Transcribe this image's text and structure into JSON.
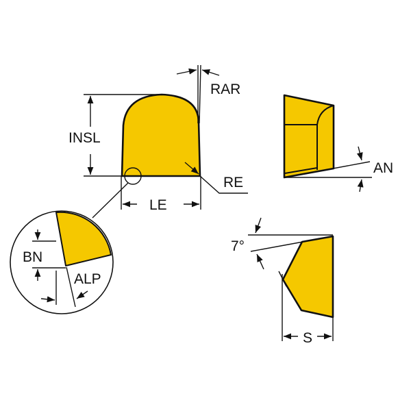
{
  "labels": {
    "insl": "INSL",
    "rar": "RAR",
    "re": "RE",
    "le": "LE",
    "bn": "BN",
    "alp": "ALP",
    "an": "AN",
    "angle": "7°",
    "s": "S"
  },
  "colors": {
    "insert": "#f5c800",
    "line": "#111111"
  }
}
